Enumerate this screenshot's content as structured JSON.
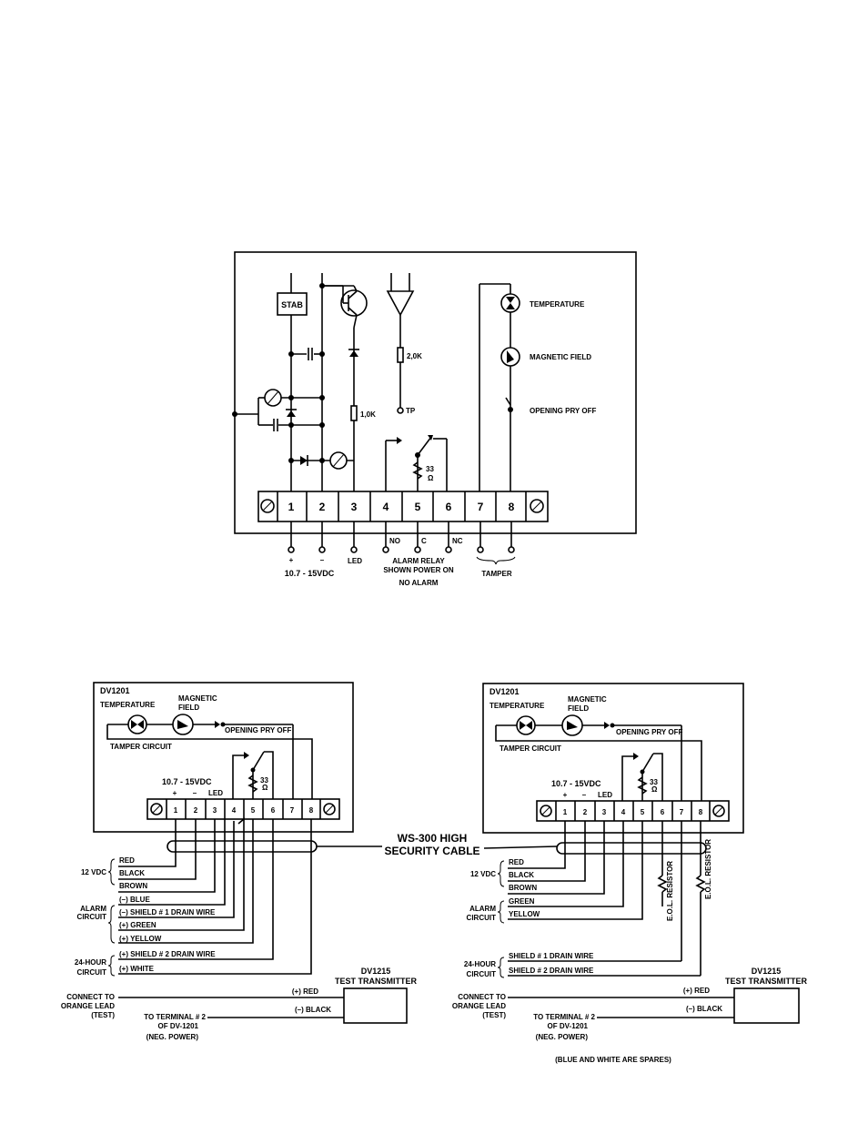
{
  "top": {
    "terminals": [
      "1",
      "2",
      "3",
      "4",
      "5",
      "6",
      "7",
      "8"
    ],
    "stab": "STAB",
    "r_2k": "2,0K",
    "r_1k": "1,0K",
    "tp": "TP",
    "r_33": "33",
    "ohm": "Ω",
    "sensors": [
      "TEMPERATURE",
      "MAGNETIC FIELD",
      "OPENING PRY OFF"
    ],
    "below": {
      "plus": "+",
      "minus": "–",
      "led": "LED",
      "no": "NO",
      "c": "C",
      "nc": "NC",
      "voltage": "10.7 - 15VDC",
      "relay1": "ALARM RELAY",
      "relay2": "SHOWN POWER ON",
      "relay3": "NO ALARM",
      "tamper": "TAMPER"
    }
  },
  "cable_label": [
    "WS-300 HIGH",
    "SECURITY CABLE"
  ],
  "left": {
    "device": "DV1201",
    "temperature": "TEMPERATURE",
    "magnetic": [
      "MAGNETIC",
      "FIELD"
    ],
    "pry": "OPENING PRY OFF",
    "tamper_circuit": "TAMPER CIRCUIT",
    "voltage": "10.7 - 15VDC",
    "plus": "+",
    "minus": "–",
    "led": "LED",
    "r_33": "33",
    "ohm": "Ω",
    "terminals": [
      "1",
      "2",
      "3",
      "4",
      "5",
      "6",
      "7",
      "8"
    ],
    "wires": [
      "RED",
      "BLACK",
      "BROWN",
      "(–) BLUE",
      "(–) SHIELD # 1 DRAIN WIRE",
      "(+) GREEN",
      "(+) YELLOW",
      "(+) SHIELD # 2 DRAIN WIRE",
      "(+) WHITE"
    ],
    "groups": {
      "vdc": "12 VDC",
      "alarm": [
        "ALARM",
        "CIRCUIT"
      ],
      "h24": [
        "24-HOUR",
        "CIRCUIT"
      ]
    },
    "tx": [
      "DV1215",
      "TEST TRANSMITTER"
    ],
    "connect": [
      "CONNECT TO",
      "ORANGE LEAD",
      "(TEST)"
    ],
    "terminal2": [
      "TO TERMINAL # 2",
      "OF DV-1201",
      "(NEG. POWER)"
    ],
    "tx_red": "(+) RED",
    "tx_black": "(–) BLACK"
  },
  "right": {
    "device": "DV1201",
    "temperature": "TEMPERATURE",
    "magnetic": [
      "MAGNETIC",
      "FIELD"
    ],
    "pry": "OPENING PRY OFF",
    "tamper_circuit": "TAMPER CIRCUIT",
    "voltage": "10.7 - 15VDC",
    "plus": "+",
    "minus": "–",
    "led": "LED",
    "r_33": "33",
    "ohm": "Ω",
    "terminals": [
      "1",
      "2",
      "3",
      "4",
      "5",
      "6",
      "7",
      "8"
    ],
    "wires": [
      "RED",
      "BLACK",
      "BROWN",
      "GREEN",
      "YELLOW",
      "SHIELD # 1 DRAIN WIRE",
      "SHIELD # 2 DRAIN WIRE"
    ],
    "groups": {
      "vdc": "12 VDC",
      "alarm": [
        "ALARM",
        "CIRCUIT"
      ],
      "h24": [
        "24-HOUR",
        "CIRCUIT"
      ]
    },
    "eol": "E.O.L. RESISTOR",
    "tx": [
      "DV1215",
      "TEST TRANSMITTER"
    ],
    "connect": [
      "CONNECT TO",
      "ORANGE LEAD",
      "(TEST)"
    ],
    "terminal2": [
      "TO TERMINAL # 2",
      "OF DV-1201",
      "(NEG. POWER)"
    ],
    "tx_red": "(+) RED",
    "tx_black": "(–) BLACK",
    "note": "(BLUE AND WHITE ARE SPARES)"
  }
}
